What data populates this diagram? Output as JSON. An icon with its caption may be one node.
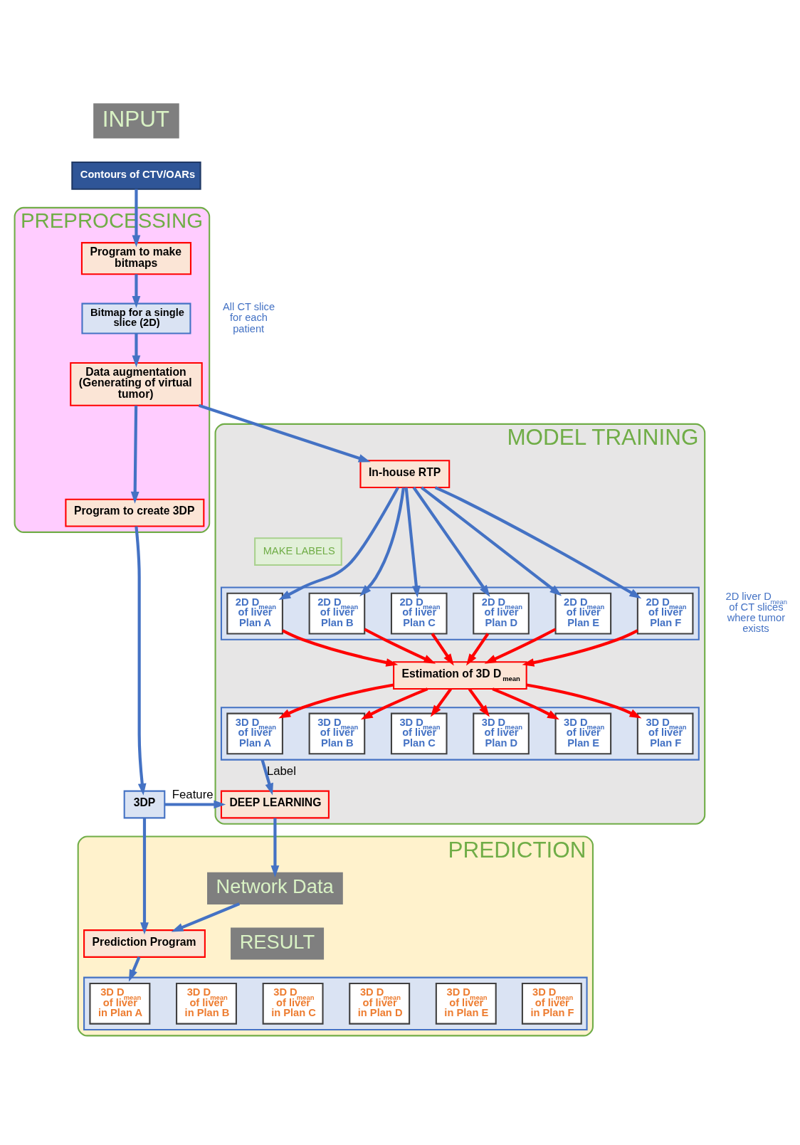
{
  "diagram": {
    "nodes": [
      {
        "text": [
          "INPUT"
        ]
      },
      {
        "text": [
          "Contours of CTV/OARs"
        ]
      },
      {
        "text": [
          "PREPROCESSING"
        ]
      },
      {
        "text": [
          "Program to make bitmaps"
        ],
        "in": 2
      },
      {
        "text": [
          "Bitmap for a single slice (2D)"
        ],
        "in": 2
      },
      {
        "text": [
          "Data augmentation (Generating of virtual tumor)"
        ],
        "in": 2
      },
      {
        "text": [
          "Program to create 3DP"
        ],
        "in": 2
      },
      {
        "text": [
          "MODEL TRAINING"
        ]
      },
      {
        "text": [
          "In-house RTP"
        ],
        "in": 7
      },
      {
        "text": [
          "MAKE LABELS"
        ],
        "in": 7
      },
      {
        "text": [],
        "shape": "box",
        "in": 7
      },
      {
        "text": [
          "2D D$_{mean}$ of liver Plan A"
        ],
        "in": 10
      },
      {
        "text": [
          "2D D$_{mean}$ of liver Plan B"
        ],
        "in": 10
      },
      {
        "text": [
          "2D D$_{mean}$ of liver Plan C"
        ],
        "in": 10
      },
      {
        "text": [
          "2D D$_{mean}$ of liver Plan D"
        ],
        "in": 10
      },
      {
        "text": [
          "2D D$_{mean}$ of liver Plan E"
        ],
        "in": 10
      },
      {
        "text": [
          "2D D$_{mean}$ of liver Plan F"
        ],
        "in": 10
      },
      {
        "text": [
          "Estimation of 3D D$_{mean}$"
        ],
        "in": 7
      },
      {
        "text": [],
        "shape": "box",
        "in": 7
      },
      {
        "text": [
          "3D D$_{mean}$ of liver Plan A"
        ],
        "in": 18
      },
      {
        "text": [
          "3D D$_{mean}$ of liver Plan B"
        ],
        "in": 18
      },
      {
        "text": [
          "3D D$_{mean}$ of liver Plan C"
        ],
        "in": 18
      },
      {
        "text": [
          "3D D$_{mean}$ of liver Plan D"
        ],
        "in": 18
      },
      {
        "text": [
          "3D D$_{mean}$ of liver Plan E"
        ],
        "in": 18
      },
      {
        "text": [
          "3D D$_{mean}$ of liver Plan F"
        ],
        "in": 18
      },
      {
        "text": [
          "DEEP LEARNING"
        ],
        "in": 7
      },
      {
        "text": [
          "3DP"
        ]
      },
      {
        "text": [
          "PREDICTION"
        ]
      },
      {
        "text": [
          "Network Data"
        ],
        "in": 27
      },
      {
        "text": [
          "Prediction Program"
        ],
        "in": 27
      },
      {
        "text": [],
        "shape": "box",
        "in": 27
      },
      {
        "text": [
          "3D D$_{mean}$ of liver in Plan A"
        ],
        "in": 30
      },
      {
        "text": [
          "3D D$_{mean}$ of liver in Plan B"
        ],
        "in": 30
      },
      {
        "text": [
          "3D D$_{mean}$ of liver in Plan C"
        ],
        "in": 30
      },
      {
        "text": [
          "3D D$_{mean}$ of liver in Plan D"
        ],
        "in": 30
      },
      {
        "text": [
          "3D D$_{mean}$ of liver in Plan E"
        ],
        "in": 30
      },
      {
        "text": [
          "3D D$_{mean}$ of liver in Plan F"
        ],
        "in": 30
      },
      {
        "text": [
          "RESULT"
        ],
        "in": 27
      }
    ],
    "edges": [
      {
        "from": 1,
        "to": 3,
        "arrow": "to"
      },
      {
        "from": 3,
        "to": 4,
        "arrow": "to"
      },
      {
        "from": 4,
        "to": 5,
        "arrow": "to"
      },
      {
        "from": 5,
        "to": 6,
        "arrow": "to"
      },
      {
        "from": 5,
        "to": 8,
        "arrow": "to"
      },
      {
        "from": 8,
        "to": 11,
        "arrow": "to"
      },
      {
        "from": 8,
        "to": 12,
        "arrow": "to"
      },
      {
        "from": 8,
        "to": 13,
        "arrow": "to"
      },
      {
        "from": 8,
        "to": 14,
        "arrow": "to"
      },
      {
        "from": 8,
        "to": 15,
        "arrow": "to"
      },
      {
        "from": 8,
        "to": 16,
        "arrow": "to"
      },
      {
        "from": 11,
        "to": 17,
        "arrow": "to",
        "color": "#ff0000"
      },
      {
        "from": 12,
        "to": 17,
        "arrow": "to",
        "color": "#ff0000"
      },
      {
        "from": 13,
        "to": 17,
        "arrow": "to",
        "color": "#ff0000"
      },
      {
        "from": 14,
        "to": 17,
        "arrow": "to",
        "color": "#ff0000"
      },
      {
        "from": 15,
        "to": 17,
        "arrow": "to",
        "color": "#ff0000"
      },
      {
        "from": 16,
        "to": 17,
        "arrow": "to",
        "color": "#ff0000"
      },
      {
        "from": 17,
        "to": 19,
        "arrow": "to",
        "color": "#ff0000"
      },
      {
        "from": 17,
        "to": 20,
        "arrow": "to",
        "color": "#ff0000"
      },
      {
        "from": 17,
        "to": 21,
        "arrow": "to",
        "color": "#ff0000"
      },
      {
        "from": 17,
        "to": 22,
        "arrow": "to",
        "color": "#ff0000"
      },
      {
        "from": 17,
        "to": 23,
        "arrow": "to",
        "color": "#ff0000"
      },
      {
        "from": 17,
        "to": 24,
        "arrow": "to",
        "color": "#ff0000"
      },
      {
        "from": 18,
        "to": 25,
        "arrow": "to",
        "label": "Label"
      },
      {
        "from": 6,
        "to": 26,
        "arrow": "to"
      },
      {
        "from": 26,
        "to": 25,
        "arrow": "to",
        "label": "Feature"
      },
      {
        "from": 25,
        "to": 28,
        "arrow": "to"
      },
      {
        "from": 26,
        "to": 29,
        "arrow": "to"
      },
      {
        "from": 28,
        "to": 29,
        "arrow": "to"
      },
      {
        "from": 29,
        "to": 30,
        "arrow": "to"
      }
    ],
    "labels": [
      "All CT slice for each patient",
      "2D liver D$_{mean}$ of CT slices where tumor exists"
    ]
  }
}
